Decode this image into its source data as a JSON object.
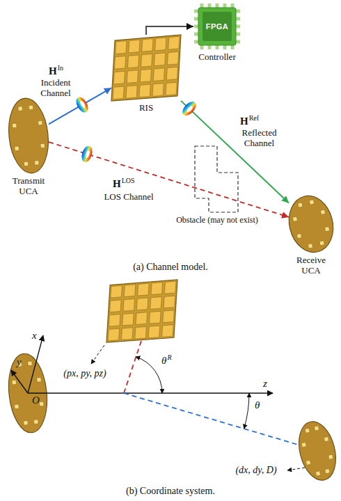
{
  "diagram": {
    "nodes": [
      {
        "text": [
          "FPGA",
          "Controller"
        ]
      },
      {
        "text": [
          "RIS"
        ]
      },
      {
        "text": [
          "Transmit UCA"
        ]
      },
      {
        "text": [
          "Obstacle (may not exist)"
        ]
      },
      {
        "text": [
          "Receive UCA"
        ]
      }
    ],
    "edges": [
      {
        "from": 1,
        "to": 0,
        "arrow": "to"
      },
      {
        "from": 2,
        "to": 1,
        "arrow": "to"
      },
      {
        "from": 1,
        "to": 4,
        "arrow": "to"
      },
      {
        "from": 2,
        "to": 4,
        "arrow": "to"
      }
    ],
    "labels": [
      "H",
      "In",
      "Incident Channel",
      "H",
      "Ref",
      "Reflected Channel",
      "H",
      "LOS",
      "LOS Channel",
      "(a) Channel model.",
      "(px, py, pz)",
      "x",
      "y",
      "O",
      "z",
      "θ",
      "R",
      "θ",
      "(dx, dy, D)",
      "(b) Coordinate system."
    ]
  }
}
